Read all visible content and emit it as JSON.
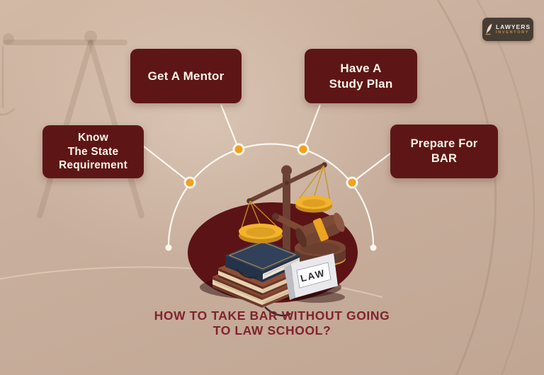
{
  "brand": {
    "name_top": "LAWYERS",
    "name_bottom": "INVENTORY",
    "icon": "quill-icon"
  },
  "title": {
    "line1": "HOW TO TAKE BAR WITHOUT GOING",
    "line2": "TO LAW SCHOOL?"
  },
  "steps": [
    {
      "label": "Know\nThe State\nRequirement"
    },
    {
      "label": "Get A Mentor"
    },
    {
      "label": "Have A\nStudy Plan"
    },
    {
      "label": "Prepare For\nBAR"
    }
  ],
  "illustration": {
    "sign_text": "LAW",
    "elements": [
      "scales-of-justice",
      "law-books",
      "gavel",
      "law-sign-card"
    ]
  },
  "colors": {
    "background": "#c8af9d",
    "step_box": "#5d1615",
    "step_text": "#faf3ea",
    "title_text": "#80232c",
    "accent_orange": "#f5a01b",
    "connector_white": "#fcf7ef",
    "center_ellipse": "#5c1315",
    "logo_badge": "#463d35",
    "gold": "#f4b42a"
  }
}
